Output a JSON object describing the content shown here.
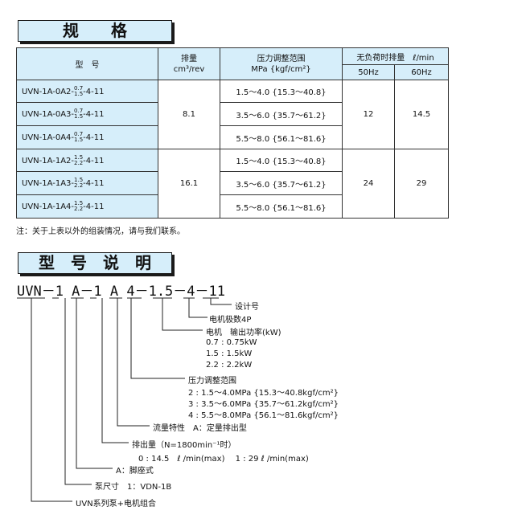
{
  "spec_header": "规　　格",
  "table": {
    "col_model": "型　号",
    "col_disp": "排量",
    "col_disp_unit": "cm³/rev",
    "col_pressure": "压力调整范围",
    "col_pressure_unit": "MPa {kgf/cm²}",
    "col_noload": "无负荷时排量　ℓ/min",
    "col_50": "50Hz",
    "col_60": "60Hz",
    "rows": [
      {
        "base": "UVN-1A-0A2-",
        "sup": "0.7",
        "sub": "1.5",
        "tail": "-4-11",
        "pressure": "1.5～4.0 {15.3～40.8}"
      },
      {
        "base": "UVN-1A-0A3-",
        "sup": "0.7",
        "sub": "1.5",
        "tail": "-4-11",
        "pressure": "3.5～6.0 {35.7～61.2}"
      },
      {
        "base": "UVN-1A-0A4-",
        "sup": "0.7",
        "sub": "1.5",
        "tail": "-4-11",
        "pressure": "5.5～8.0 {56.1～81.6}"
      },
      {
        "base": "UVN-1A-1A2-",
        "sup": "1.5",
        "sub": "2.2",
        "tail": "-4-11",
        "pressure": "1.5～4.0 {15.3～40.8}"
      },
      {
        "base": "UVN-1A-1A3-",
        "sup": "1.5",
        "sub": "2.2",
        "tail": "-4-11",
        "pressure": "3.5～6.0 {35.7～61.2}"
      },
      {
        "base": "UVN-1A-1A4-",
        "sup": "1.5",
        "sub": "2.2",
        "tail": "-4-11",
        "pressure": "5.5～8.0 {56.1～81.6}"
      }
    ],
    "group1": {
      "disp": "8.1",
      "hz50": "12",
      "hz60": "14.5"
    },
    "group2": {
      "disp": "16.1",
      "hz50": "24",
      "hz60": "29"
    }
  },
  "note": "注：关于上表以外的组装情况，请与我们联系。",
  "model_header": "型　号　说　明",
  "model_code": "UVN－1 A－1 A 4－1.5－4－11",
  "labels": {
    "design_no": "设计号",
    "motor_poles": "电机极数4P",
    "motor_power": "电机　输出功率(kW)",
    "power_07": "0.7 : 0.75kW",
    "power_15": "1.5 : 1.5kW",
    "power_22": "2.2 : 2.2kW",
    "pressure_range": "压力调整范围",
    "pr_2": "2 : 1.5～4.0MPa {15.3～40.8kgf/cm²}",
    "pr_3": "3 : 3.5～6.0MPa {35.7～61.2kgf/cm²}",
    "pr_4": "4 : 5.5～8.0MPa {56.1～81.6kgf/cm²}",
    "flow_char": "流量特性　A：定量排出型",
    "discharge": "排出量（N=1800min⁻¹时）",
    "discharge_vals": "0 : 14.5　ℓ /min(max)　 1 : 29 ℓ /min(max)",
    "foot_mount": "A：脚座式",
    "pump_size": "泵尺寸　1：VDN-1B",
    "series": "UVN系列泵+电机组合"
  }
}
